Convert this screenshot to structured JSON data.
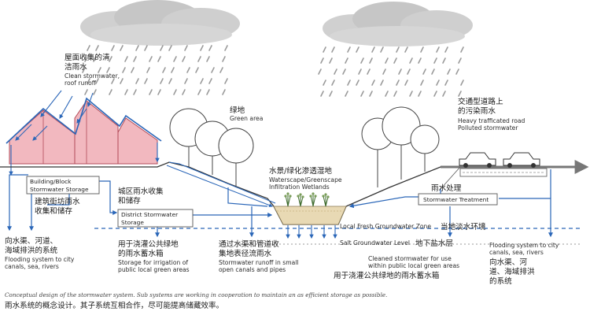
{
  "colors": {
    "accent_blue": "#2a66b8",
    "roof_pink": "#f2b8bf",
    "roof_stroke": "#b24a58",
    "wetland_fill": "#e8d9b4",
    "rain_gray": "#9a9a9a"
  },
  "labels": {
    "roof_cn_1": "屋面收集的清",
    "roof_cn_2": "洁雨水",
    "roof_en_1": "Clean stormwater,",
    "roof_en_2": "roof runoff",
    "green_cn": "绿地",
    "green_en": "Green area",
    "road_cn_1": "交通型道路上",
    "road_cn_2": "的污染雨水",
    "road_en_1": "Heavy trafficated road",
    "road_en_2": "Polluted stormwater",
    "wet_cn": "水景/绿化渗透湿地",
    "wet_en_1": "Waterscape/Greenscape",
    "wet_en_2": "Infiltration Wetlands",
    "district_cn_1": "城区雨水收集",
    "district_cn_2": "和储存",
    "block_cn_1": "建筑街坊雨水",
    "block_cn_2": "收集和储存",
    "treat_cn": "雨水处理",
    "fresh_en": "Local Fresh Groundwater Zone",
    "fresh_cn": "当地淡水环境",
    "salt_en": "Salt Groundwater Level",
    "salt_cn": "地下盐水层",
    "left_cn_1": "向水渠、河道、",
    "left_cn_2": "海域排洪的系统",
    "left_en_1": "Flooding system to city",
    "left_en_2": "canals, sea, rivers",
    "irr_cn_1": "用于浇灌公共绿地",
    "irr_cn_2": "的雨水蓄水箱",
    "irr_en_1": "Storage for irrigation of",
    "irr_en_2": "public local green areas",
    "pipe_cn_1": "通过水渠和管道收",
    "pipe_cn_2": "集地表径流雨水",
    "pipe_en_1": "Stormwater runoff in small",
    "pipe_en_2": "open canals and pipes",
    "clean_en_1": "Cleaned stormwater for use",
    "clean_en_2": "within public local green areas",
    "clean_cn": "用于浇灌公共绿地的雨水蓄水箱",
    "right_en_1": "Flooding system to city",
    "right_en_2": "canals, sea, rivers",
    "right_cn_1": "向水渠、河",
    "right_cn_2": "道、海域排洪",
    "right_cn_3": "的系统"
  },
  "boxes": {
    "block_1": "Building/Block",
    "block_2": "Stormwater Storage",
    "district_1": "District Stormwater",
    "district_2": "Storage",
    "treatment": "Stormwater Treatment"
  },
  "caption": {
    "en": "Conceptual design of the stormwater system. Sub systems are working in cooperation to maintain an as efficient storage as possible.",
    "cn": "雨水系统的概念设计。其子系统互相合作，尽可能提高储藏效率。"
  }
}
